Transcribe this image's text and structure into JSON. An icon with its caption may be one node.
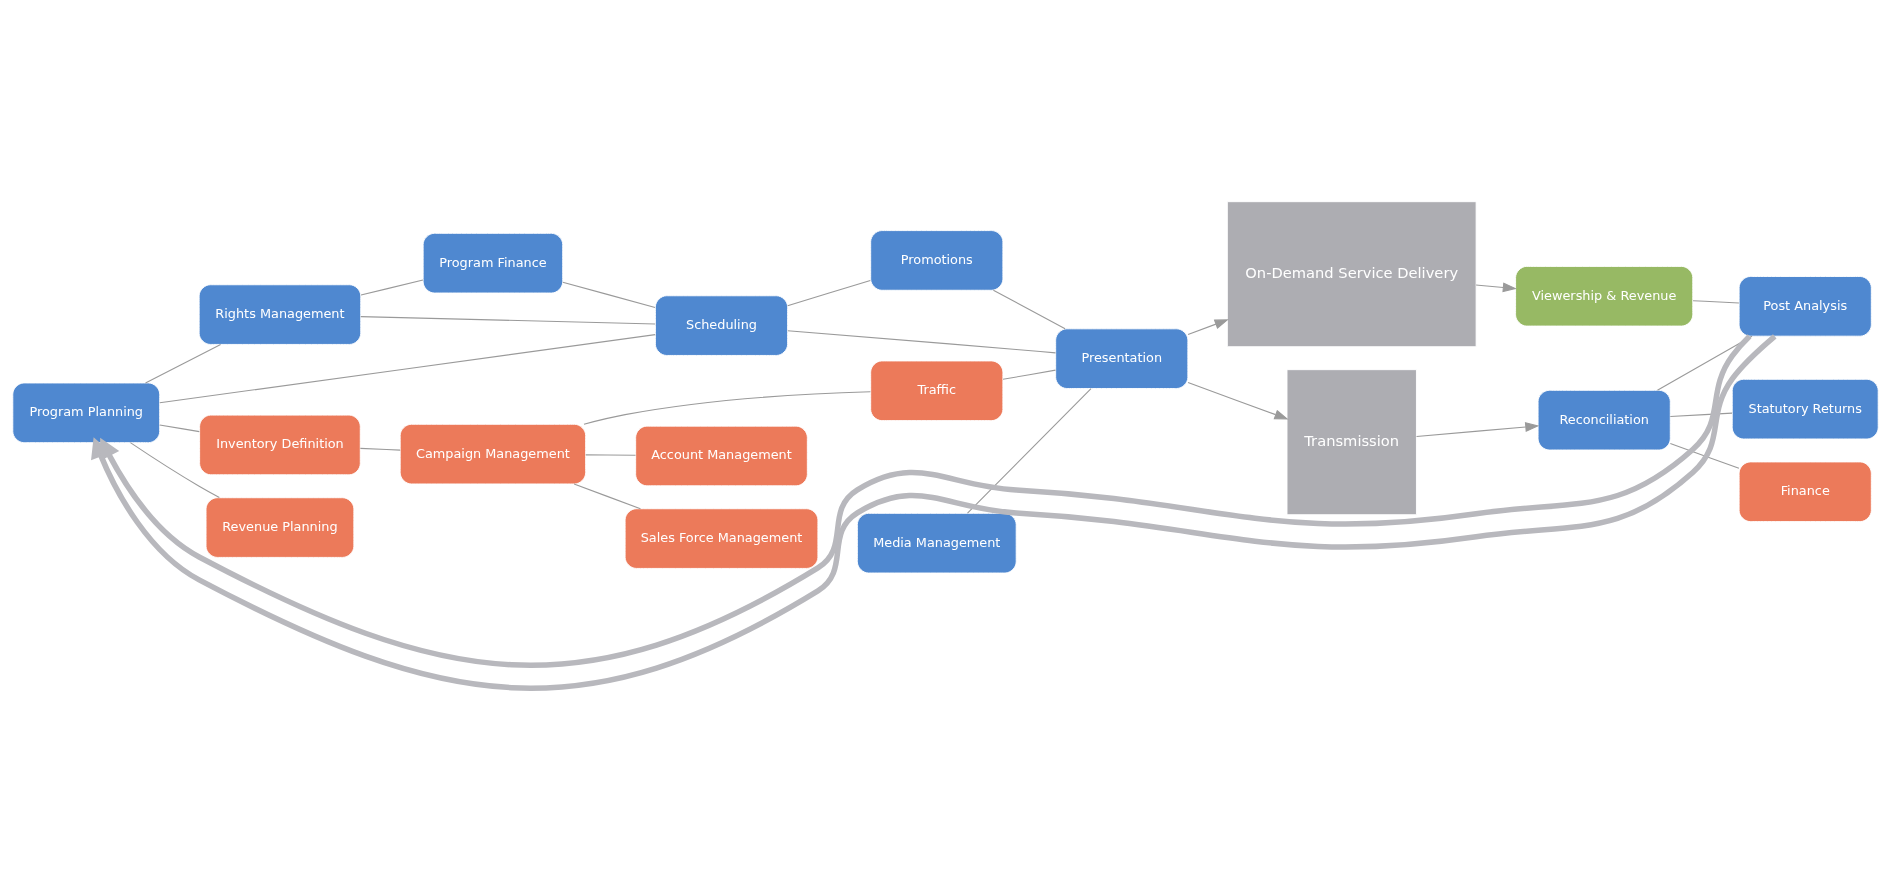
{
  "diagram": {
    "nodes": [
      {
        "text": [
          "Rights Management"
        ]
      },
      {
        "text": [
          "Program Finance"
        ]
      },
      {
        "text": [
          "Promotions"
        ]
      },
      {
        "text": [
          "Scheduling"
        ]
      },
      {
        "text": [
          "Program Planning"
        ]
      },
      {
        "text": [
          "Media Management"
        ]
      },
      {
        "text": [
          "Presentation"
        ]
      },
      {
        "text": [
          "On-Demand Service Delivery"
        ]
      },
      {
        "text": [
          "Viewership & Revenue"
        ]
      },
      {
        "text": [
          "Inventory Definition"
        ]
      },
      {
        "text": [
          "Campaign Management"
        ]
      },
      {
        "text": [
          "Traffic"
        ]
      },
      {
        "text": [
          "Transmission"
        ]
      },
      {
        "text": [
          "Reconciliation"
        ]
      },
      {
        "text": [
          "Post Analysis"
        ]
      },
      {
        "text": [
          "Statutory Returns"
        ]
      },
      {
        "text": [
          "Revenue Planning"
        ]
      },
      {
        "text": [
          "Account Management"
        ]
      },
      {
        "text": [
          "Sales Force Management"
        ]
      },
      {
        "text": [
          "Finance"
        ]
      }
    ],
    "edges": [
      {
        "from": 4,
        "to": 0,
        "arrow": "none"
      },
      {
        "from": 0,
        "to": 1,
        "arrow": "none"
      },
      {
        "from": 1,
        "to": 3,
        "arrow": "none"
      },
      {
        "from": 0,
        "to": 3,
        "arrow": "none"
      },
      {
        "from": 3,
        "to": 2,
        "arrow": "none"
      },
      {
        "from": 4,
        "to": 3,
        "arrow": "none"
      },
      {
        "from": 3,
        "to": 6,
        "arrow": "none"
      },
      {
        "from": 2,
        "to": 6,
        "arrow": "none"
      },
      {
        "from": 5,
        "to": 6,
        "arrow": "none"
      },
      {
        "from": 4,
        "to": 9,
        "arrow": "none"
      },
      {
        "from": 4,
        "to": 16,
        "arrow": "none"
      },
      {
        "from": 9,
        "to": 10,
        "arrow": "none"
      },
      {
        "from": 10,
        "to": 11,
        "arrow": "none"
      },
      {
        "from": 10,
        "to": 17,
        "arrow": "none"
      },
      {
        "from": 10,
        "to": 18,
        "arrow": "none"
      },
      {
        "from": 11,
        "to": 6,
        "arrow": "none"
      },
      {
        "from": 6,
        "to": 7,
        "arrow": "to"
      },
      {
        "from": 6,
        "to": 12,
        "arrow": "to"
      },
      {
        "from": 7,
        "to": 8,
        "arrow": "to"
      },
      {
        "from": 12,
        "to": 13,
        "arrow": "to"
      },
      {
        "from": 8,
        "to": 14,
        "arrow": "none"
      },
      {
        "from": 13,
        "to": 14,
        "arrow": "none"
      },
      {
        "from": 13,
        "to": 15,
        "arrow": "none"
      },
      {
        "from": 13,
        "to": 19,
        "arrow": "none"
      },
      {
        "from": 14,
        "to": 4,
        "arrow": "to",
        "style": "thick",
        "color": "#b8b8bd"
      },
      {
        "from": 14,
        "to": 4,
        "arrow": "to",
        "style": "thick",
        "color": "#b8b8bd"
      }
    ]
  }
}
